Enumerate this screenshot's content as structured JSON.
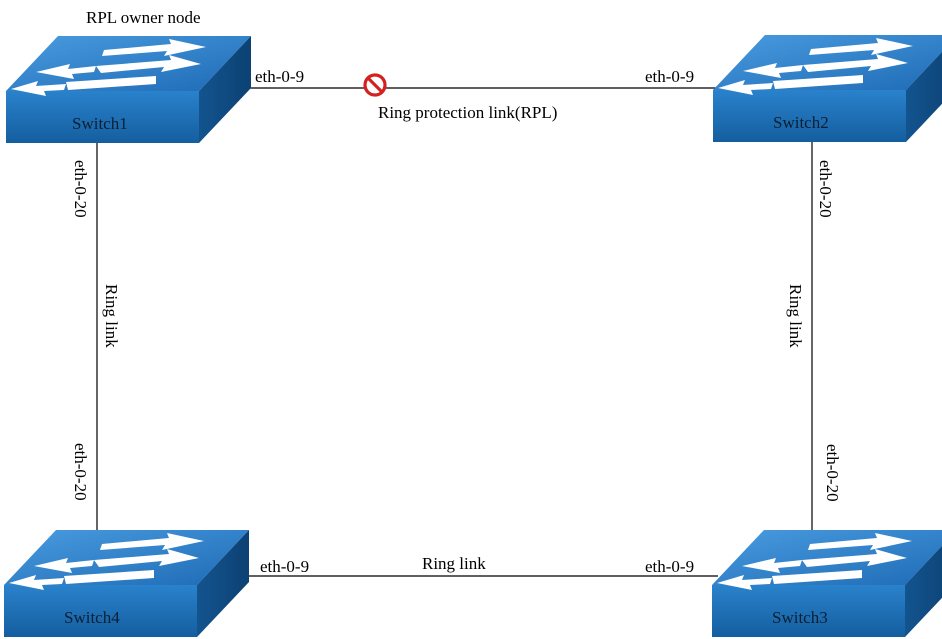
{
  "annotations": {
    "owner_node": "RPL owner node",
    "rpl_label": "Ring protection link(RPL)"
  },
  "switches": {
    "s1": "Switch1",
    "s2": "Switch2",
    "s3": "Switch3",
    "s4": "Switch4"
  },
  "links": {
    "top": {
      "left_port": "eth-0-9",
      "right_port": "eth-0-9"
    },
    "bottom": {
      "left_port": "eth-0-9",
      "right_port": "eth-0-9",
      "label": "Ring link"
    },
    "left": {
      "top_port": "eth-0-20",
      "bottom_port": "eth-0-20",
      "label": "Ring link"
    },
    "right": {
      "top_port": "eth-0-20",
      "bottom_port": "eth-0-20",
      "label": "Ring link"
    }
  },
  "colors": {
    "switch_top": "#2e7fc6",
    "switch_front": "#1a67b0",
    "switch_side": "#0e4f8e",
    "blocked_icon": "#d42020"
  }
}
